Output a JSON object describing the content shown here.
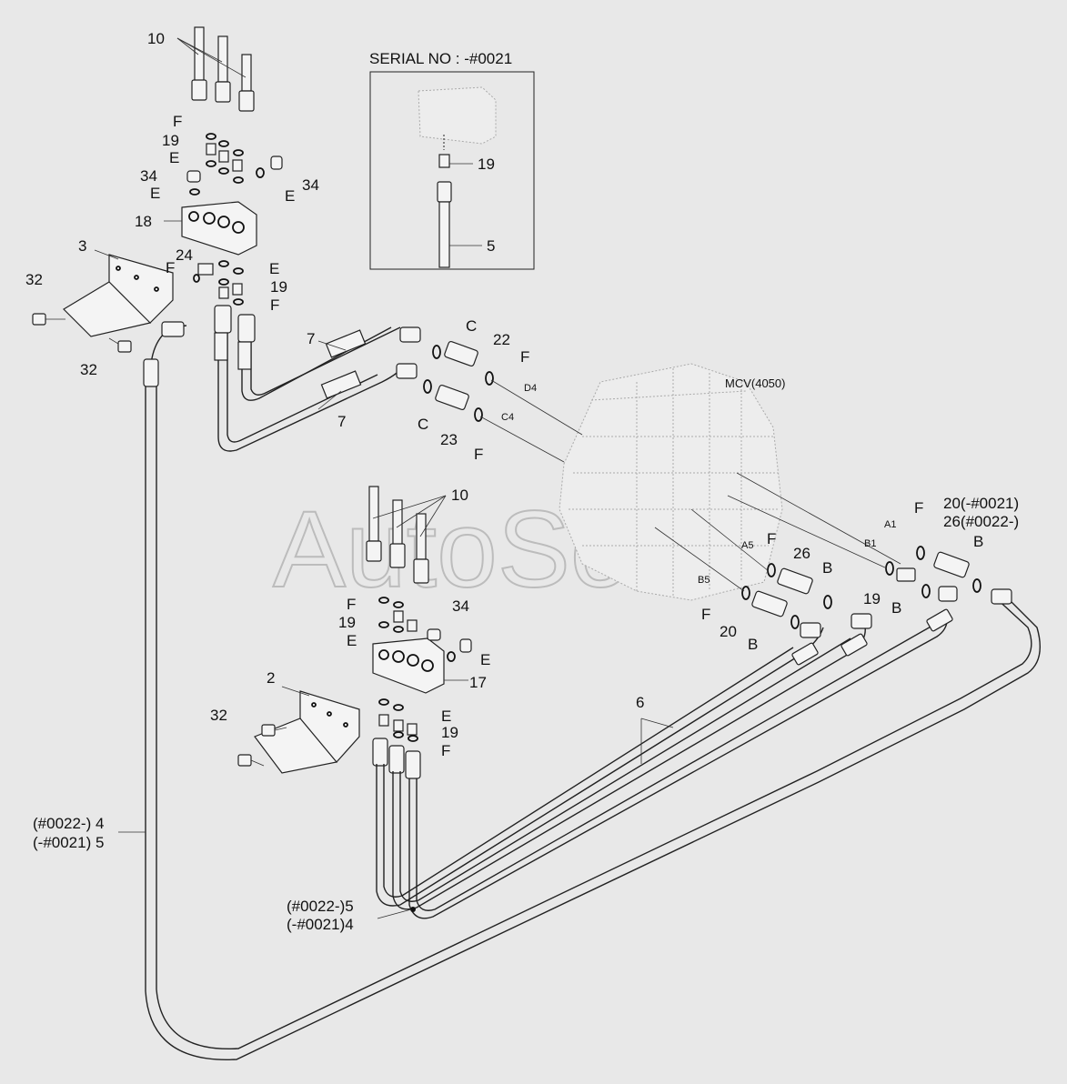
{
  "serial_box_title": "SERIAL NO : -#0021",
  "watermark": "AutoSoft",
  "mcv_label": "MCV(4050)",
  "port_labels": {
    "d4": "D4",
    "c4": "C4",
    "a1": "A1",
    "b1": "B1",
    "a5": "A5",
    "b5": "B5"
  },
  "labels": {
    "n10_top": "10",
    "f_top": "F",
    "n19_top": "19",
    "e_top": "E",
    "n34_left": "34",
    "e_left": "E",
    "n34_right": "34",
    "e_right": "E",
    "n18": "18",
    "n3": "3",
    "n32_a": "32",
    "n24": "24",
    "f_24": "F",
    "e_mid": "E",
    "n19_mid": "19",
    "f_mid": "F",
    "n32_b": "32",
    "n7_a": "7",
    "n7_b": "7",
    "c_a": "C",
    "n22": "22",
    "f_a": "F",
    "c_b": "C",
    "n23": "23",
    "f_b": "F",
    "box_19": "19",
    "box_5": "5",
    "n10_bot": "10",
    "f_bot": "F",
    "n19_bot": "19",
    "e_bot": "E",
    "n34_bot": "34",
    "e_bot2": "E",
    "n2": "2",
    "n17": "17",
    "e_bot3": "E",
    "n19_bot2": "19",
    "f_bot2": "F",
    "n32_c": "32",
    "n6": "6",
    "left_4": "(#0022-) 4",
    "left_5": "(-#0021) 5",
    "bot_5": "(#0022-)5",
    "bot_4": "(-#0021)4",
    "n20_top": "20(-#0021)",
    "n26_top": "26(#0022-)",
    "f_r1": "F",
    "b_r1": "B",
    "n19_r": "19",
    "b_r2": "B",
    "f_r2": "F",
    "n26": "26",
    "b_r3": "B",
    "f_r3": "F",
    "n20": "20",
    "b_r4": "B"
  }
}
